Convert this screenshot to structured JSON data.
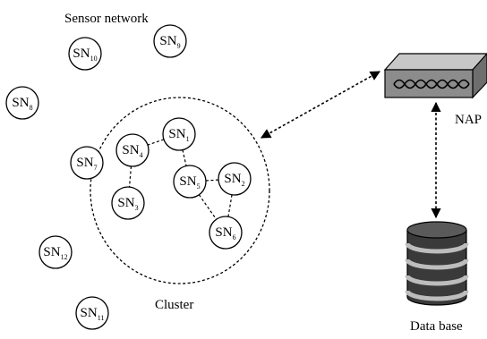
{
  "title": "Sensor network",
  "cluster_label": "Cluster",
  "nap_label": "NAP",
  "database_label": "Data base",
  "colors": {
    "stroke": "#000000",
    "node_fill": "#ffffff",
    "nap_body": "#8c8c8c",
    "nap_top": "#c8c8c8",
    "db_dark": "#3a3a3a",
    "db_light": "#bdbdbd"
  },
  "nodes": [
    {
      "id": "sn10",
      "base": "SN",
      "sub": "10"
    },
    {
      "id": "sn9",
      "base": "SN",
      "sub": "9"
    },
    {
      "id": "sn8",
      "base": "SN",
      "sub": "8"
    },
    {
      "id": "sn7",
      "base": "SN",
      "sub": "7"
    },
    {
      "id": "sn1",
      "base": "SN",
      "sub": "1"
    },
    {
      "id": "sn4",
      "base": "SN",
      "sub": "4"
    },
    {
      "id": "sn5",
      "base": "SN",
      "sub": "5"
    },
    {
      "id": "sn2",
      "base": "SN",
      "sub": "2"
    },
    {
      "id": "sn3",
      "base": "SN",
      "sub": "3"
    },
    {
      "id": "sn6",
      "base": "SN",
      "sub": "6"
    },
    {
      "id": "sn12",
      "base": "SN",
      "sub": "12"
    },
    {
      "id": "sn11",
      "base": "SN",
      "sub": "11"
    }
  ],
  "links": [
    {
      "from": "sn1",
      "to": "sn4"
    },
    {
      "from": "sn1",
      "to": "sn5"
    },
    {
      "from": "sn4",
      "to": "sn3"
    },
    {
      "from": "sn5",
      "to": "sn2"
    },
    {
      "from": "sn5",
      "to": "sn6"
    },
    {
      "from": "sn2",
      "to": "sn6"
    }
  ]
}
